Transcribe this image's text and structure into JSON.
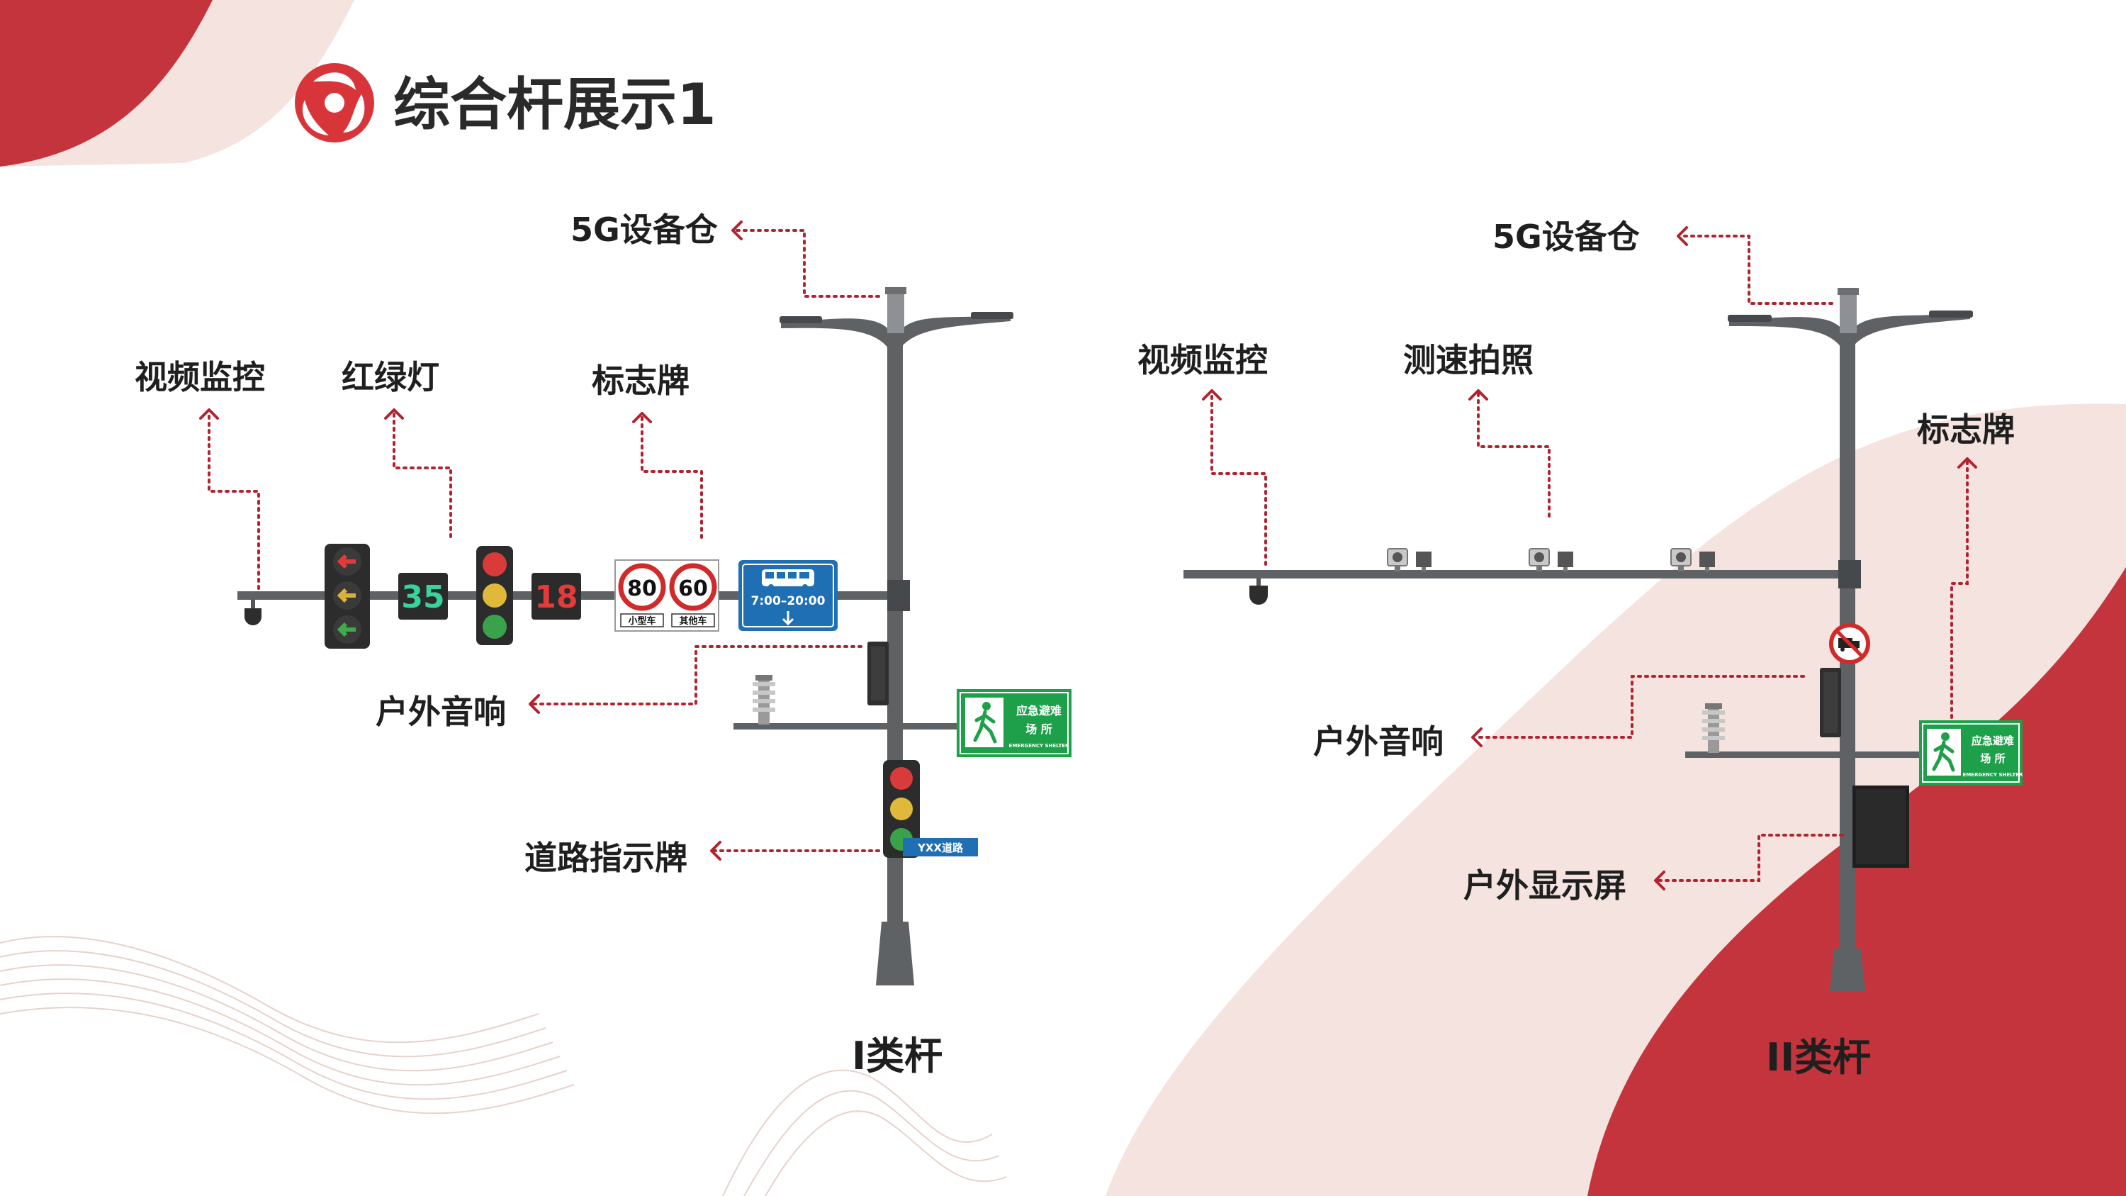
{
  "title": "综合杆展示1",
  "colors": {
    "accent": "#c4343c",
    "accent_dark": "#b3232f",
    "blush": "#f4e3df",
    "pole": "#5f6265",
    "sign_green": "#1ea04a",
    "sign_blue": "#1f6fb5"
  },
  "pole1": {
    "caption": "I类杆",
    "labels": {
      "cabin": "5G设备仓",
      "camera": "视频监控",
      "traffic_light": "红绿灯",
      "sign": "标志牌",
      "speaker": "户外音响",
      "road_sign": "道路指示牌"
    },
    "countdown_green": "35",
    "countdown_red": "18",
    "speed_limit_1": "80",
    "speed_limit_1_caption": "小型车",
    "speed_limit_2": "60",
    "speed_limit_2_caption": "其他车",
    "bus_lane_hours": "7:00–20:00",
    "road_name": "YXX道路",
    "shelter_line1": "应急避难",
    "shelter_line2": "场  所",
    "shelter_en": "EMERGENCY SHELTER"
  },
  "pole2": {
    "caption": "II类杆",
    "labels": {
      "cabin": "5G设备仓",
      "camera": "视频监控",
      "speed_camera": "测速拍照",
      "sign": "标志牌",
      "speaker": "户外音响",
      "display": "户外显示屏"
    },
    "shelter_line1": "应急避难",
    "shelter_line2": "场  所",
    "shelter_en": "EMERGENCY SHELTER"
  }
}
